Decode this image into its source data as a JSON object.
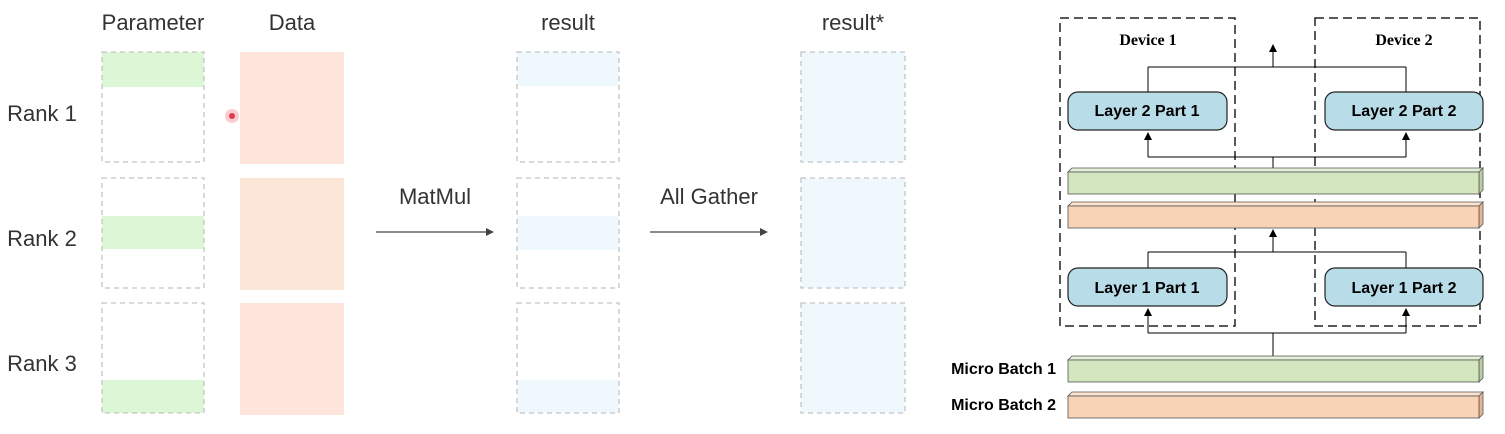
{
  "left": {
    "headers": {
      "parameter": "Parameter",
      "data": "Data",
      "result": "result",
      "result_star": "result*"
    },
    "ranks": [
      "Rank 1",
      "Rank 2",
      "Rank 3"
    ],
    "ops": {
      "matmul": "MatMul",
      "all_gather": "All Gather"
    },
    "colors": {
      "param_green": "#dcf7d6",
      "data_peach": "#fde5db",
      "result_blue": "#eef8fd",
      "dash": "#c4c4c4",
      "cursor": "#e2384b"
    }
  },
  "right": {
    "devices": [
      "Device 1",
      "Device 2"
    ],
    "layers": {
      "l2p1": "Layer 2 Part 1",
      "l2p2": "Layer 2 Part 2",
      "l1p1": "Layer 1 Part 1",
      "l1p2": "Layer 1 Part 2"
    },
    "micro_batches": [
      "Micro Batch 1",
      "Micro Batch 2"
    ],
    "colors": {
      "layer_blue": "#b9dce9",
      "bar_green": "#d4e6bf",
      "bar_peach": "#f9d3b6"
    }
  }
}
